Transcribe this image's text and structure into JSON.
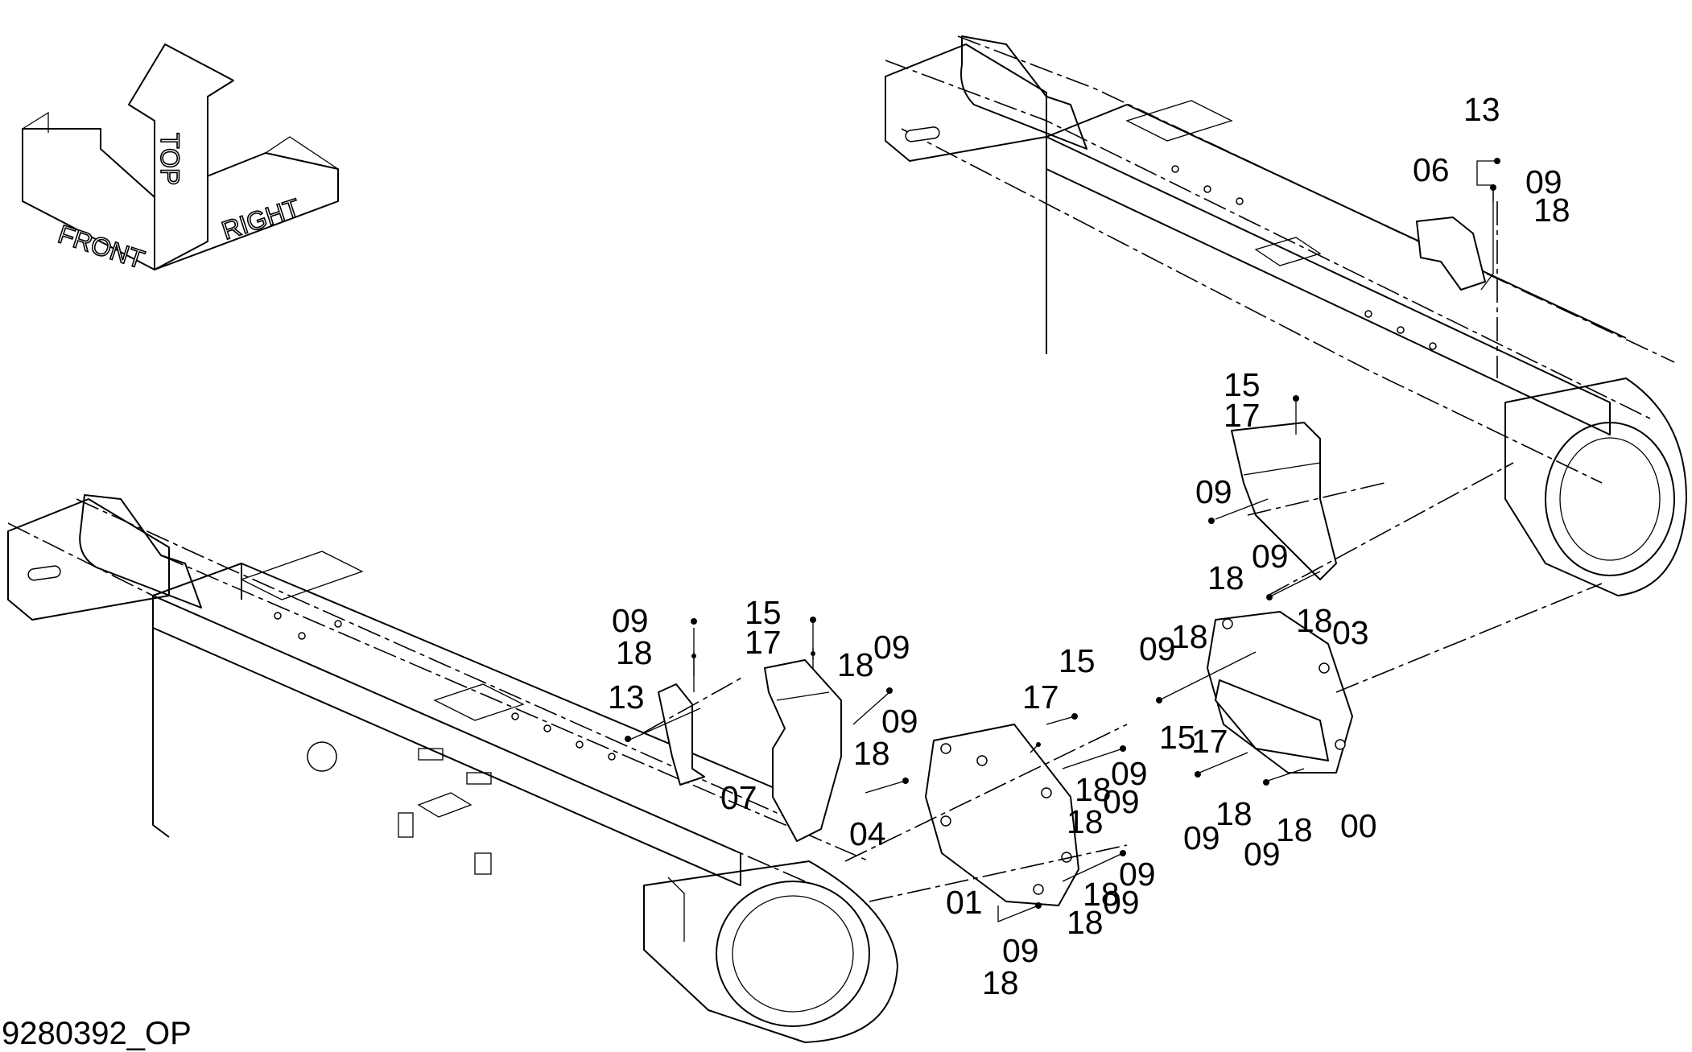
{
  "drawing_id": "9280392_OP",
  "orientation": {
    "top": "TOP",
    "front": "FRONT",
    "right": "RIGHT"
  },
  "callouts": {
    "c00": "00",
    "c01": "01",
    "c03": "03",
    "c04": "04",
    "c06": "06",
    "c07": "07",
    "c09a": "09",
    "c09b": "09",
    "c09c": "09",
    "c09d": "09",
    "c09e": "09",
    "c09f": "09",
    "c09g": "09",
    "c09h": "09",
    "c09i": "09",
    "c09j": "09",
    "c09k": "09",
    "c09l": "09",
    "c09m": "09",
    "c09n": "09",
    "c13a": "13",
    "c13b": "13",
    "c15a": "15",
    "c15b": "15",
    "c15c": "15",
    "c15d": "15",
    "c17a": "17",
    "c17b": "17",
    "c17c": "17",
    "c17d": "17",
    "c18a": "18",
    "c18b": "18",
    "c18c": "18",
    "c18d": "18",
    "c18e": "18",
    "c18f": "18",
    "c18g": "18",
    "c18h": "18",
    "c18i": "18",
    "c18j": "18",
    "c18k": "18",
    "c18l": "18",
    "c18m": "18",
    "c18n": "18"
  }
}
